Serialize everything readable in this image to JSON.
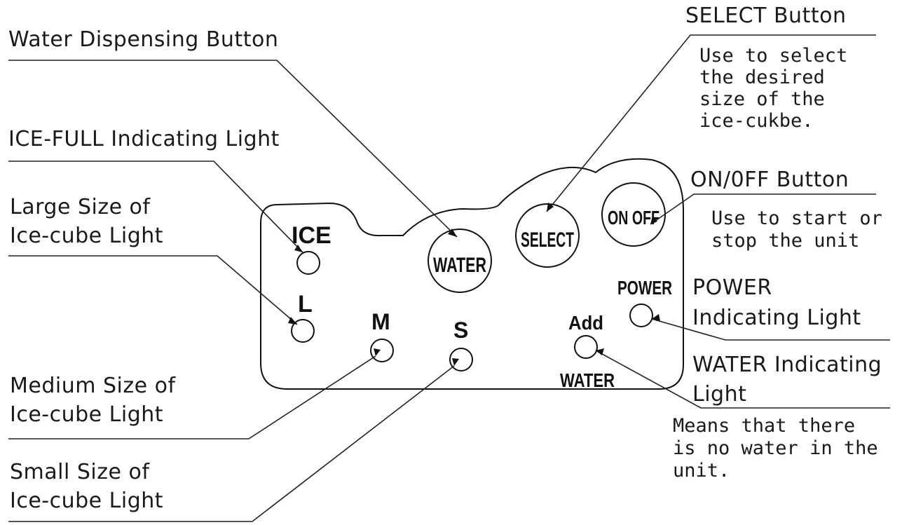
{
  "callouts": {
    "water_dispensing": "Water Dispensing Button",
    "ice_full": "ICE-FULL Indicating Light",
    "large_line1": "Large Size of",
    "large_line2": "Ice-cube Light",
    "medium_line1": "Medium Size of",
    "medium_line2": "Ice-cube Light",
    "small_line1": "Small Size of",
    "small_line2": "Ice-cube Light",
    "select_title": "SELECT Button",
    "select_desc": [
      "Use to select",
      "the desired",
      "size of the",
      "ice-cukbe."
    ],
    "onoff_title": "ON/0FF Button",
    "onoff_desc": [
      "Use to start or",
      "stop the unit"
    ],
    "power_line1": "POWER",
    "power_line2": "Indicating Light",
    "water_ind_line1": "WATER Indicating",
    "water_ind_line2": "Light",
    "water_ind_desc": [
      "Means that there",
      "is no water in the",
      "unit."
    ]
  },
  "panel": {
    "ice": "ICE",
    "l": "L",
    "m": "M",
    "s": "S",
    "water_button": "WATER",
    "select_button": "SELECT",
    "onoff_button": "ON OFF",
    "power": "POWER",
    "add": "Add",
    "add_water": "WATER"
  }
}
